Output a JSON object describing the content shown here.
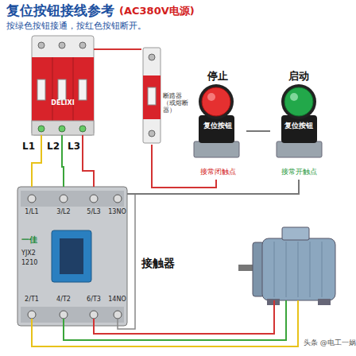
{
  "diagram": {
    "title": "复位按钮接线参考",
    "nodes": [
      {
        "text": [
          "DELIXI"
        ]
      },
      {
        "text": [
          "断路器（或熔断器）"
        ]
      },
      {
        "text": [
          "停止",
          "复位按钮",
          "接常闭触点"
        ]
      },
      {
        "text": [
          "启动",
          "复位按钮",
          "接常开触点"
        ]
      },
      {
        "text": [
          "接触器"
        ]
      }
    ],
    "edges": [
      {
        "from": 0,
        "to": 4,
        "arrow": "none"
      },
      {
        "from": 0,
        "to": 4,
        "arrow": "none"
      },
      {
        "from": 0,
        "to": 4,
        "arrow": "none"
      },
      {
        "from": 0,
        "to": 1,
        "arrow": "none"
      },
      {
        "from": 1,
        "to": 2,
        "arrow": "none"
      },
      {
        "from": 2,
        "to": 3,
        "arrow": "none"
      },
      {
        "from": 3,
        "to": 4,
        "arrow": "none"
      }
    ],
    "labels": [
      "(AC380V电源)",
      "按绿色按钮接通，按红色按钮断开。",
      "L1",
      "L2",
      "L3",
      "1/L1",
      "3/L2",
      "5/L3",
      "13NO",
      "2/T1",
      "4/T2",
      "6/T3",
      "14NO",
      "一佳",
      "YJX2",
      "1210",
      "头条 @电工一娲"
    ]
  }
}
